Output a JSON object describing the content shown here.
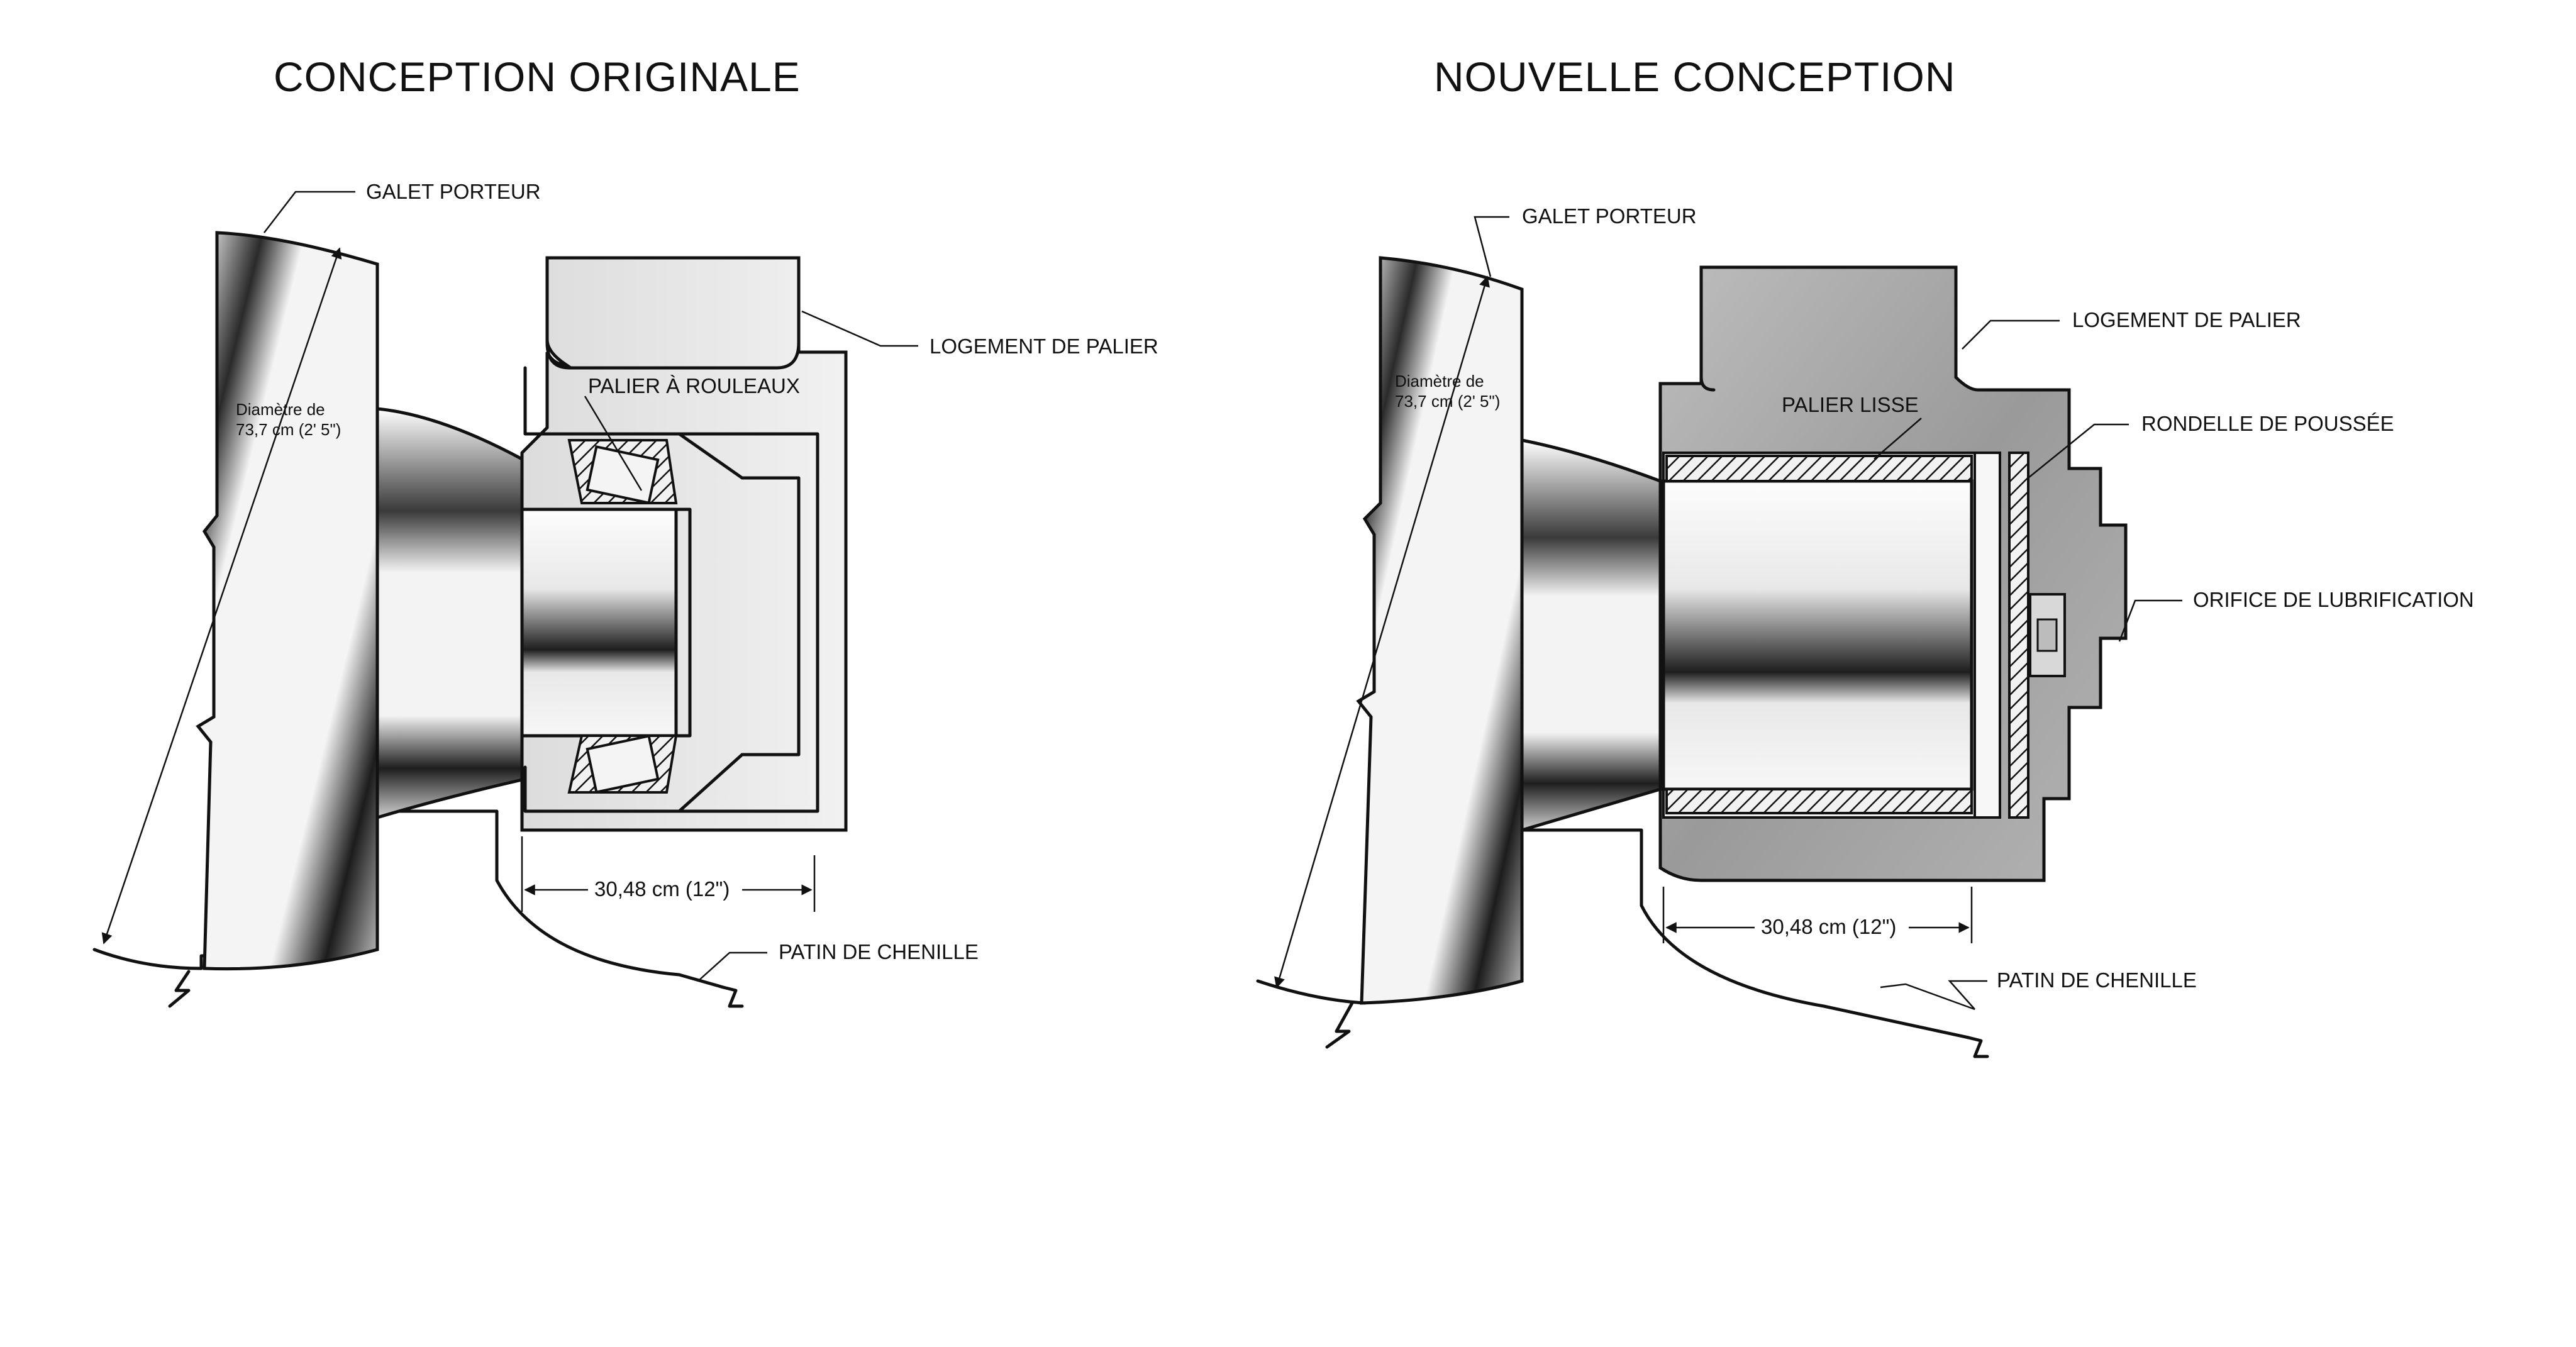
{
  "titles": {
    "left": "CONCEPTION ORIGINALE",
    "right": "NOUVELLE CONCEPTION"
  },
  "original": {
    "roller_label": "GALET PORTEUR",
    "housing_label": "LOGEMENT DE PALIER",
    "bearing_label": "PALIER À ROULEAUX",
    "diameter_line1": "Diamètre de",
    "diameter_line2": "73,7 cm (2' 5\")",
    "width_label": "30,48 cm (12\")",
    "track_label": "PATIN DE CHENILLE"
  },
  "new": {
    "roller_label": "GALET PORTEUR",
    "housing_label": "LOGEMENT DE PALIER",
    "bearing_label": "PALIER LISSE",
    "thrust_label": "RONDELLE DE POUSSÉE",
    "lube_label": "ORIFICE DE LUBRIFICATION",
    "diameter_line1": "Diamètre de",
    "diameter_line2": "73,7 cm (2' 5\")",
    "width_label": "30,48 cm (12\")",
    "track_label": "PATIN DE CHENILLE"
  },
  "colors": {
    "ink": "#111111",
    "housing_gray": "#9a9a9a",
    "light_gray": "#e6e6e6"
  }
}
